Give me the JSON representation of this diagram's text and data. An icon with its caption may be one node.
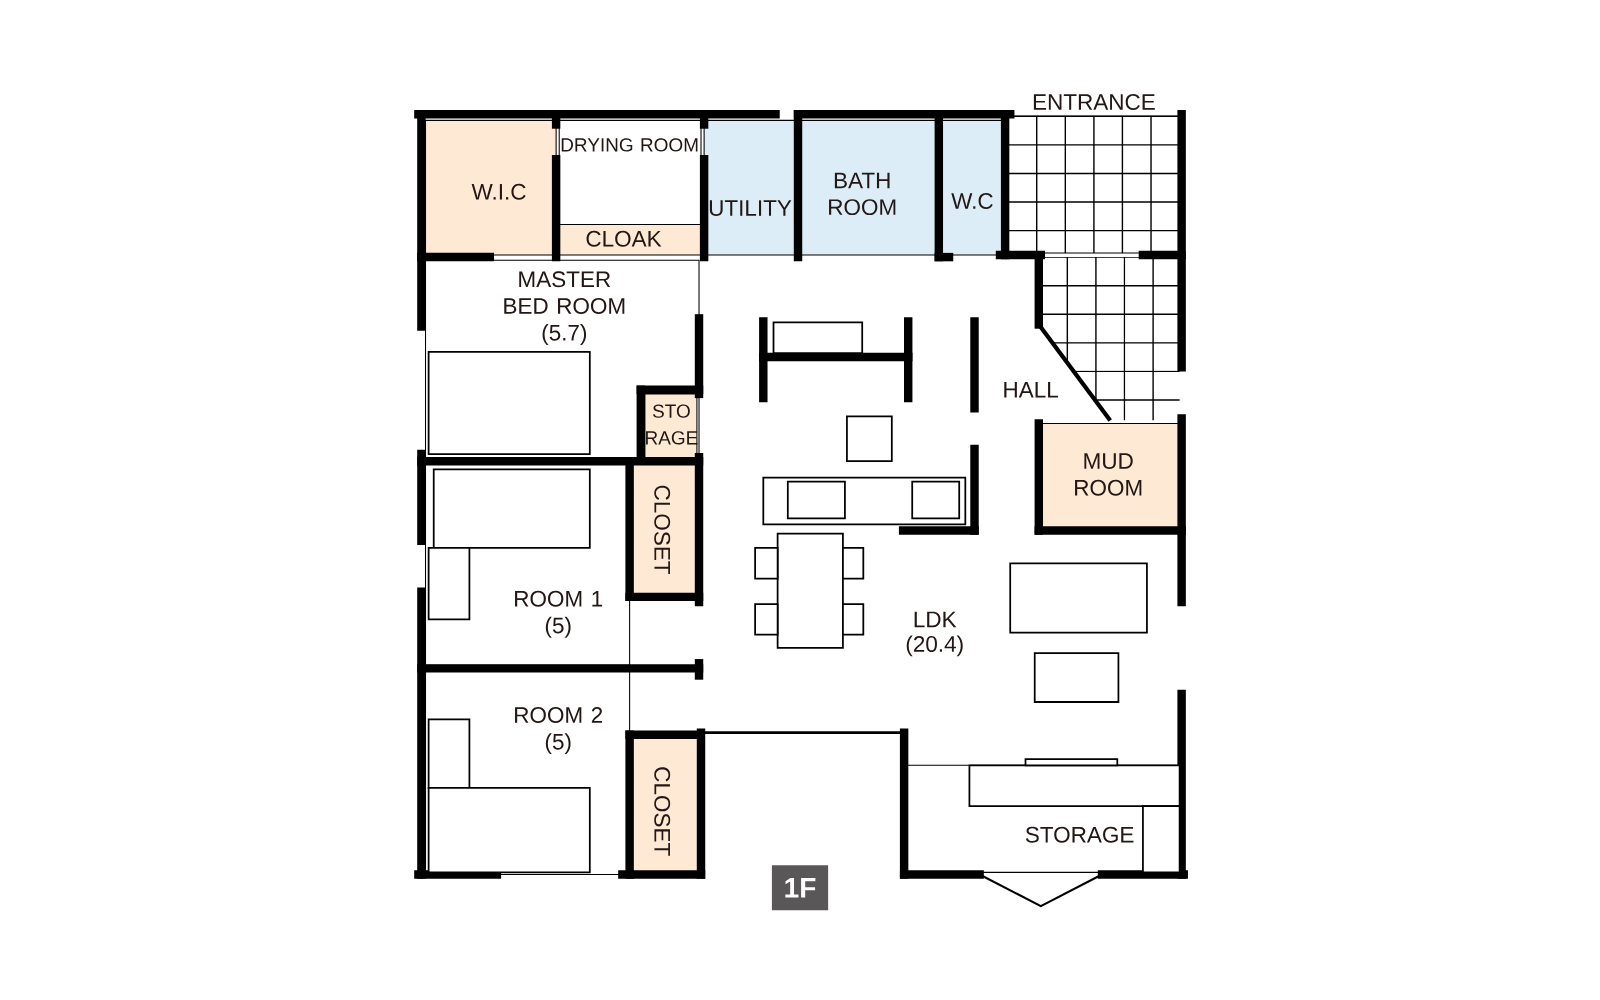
{
  "diagram": {
    "nodes": [
      {
        "text": [
          "W.I.C"
        ]
      },
      {
        "text": [
          "DRYING ROOM"
        ]
      },
      {
        "text": [
          "CLOAK"
        ]
      },
      {
        "text": [
          "UTILITY"
        ]
      },
      {
        "text": [
          "BATH ROOM"
        ]
      },
      {
        "text": [
          "W.C"
        ]
      },
      {
        "text": [
          "ENTRANCE"
        ]
      },
      {
        "text": [
          "MASTER BED ROOM",
          "(5.7)"
        ]
      },
      {
        "text": [
          "STO RAGE"
        ],
        "in": 7
      },
      {
        "text": [
          "MUD ROOM"
        ]
      },
      {
        "text": [
          "ROOM 1",
          "(5)"
        ]
      },
      {
        "text": [
          "CLOSET"
        ]
      },
      {
        "text": [
          "ROOM 2",
          "(5)"
        ]
      },
      {
        "text": [
          "CLOSET"
        ]
      },
      {
        "text": [
          "STORAGE"
        ]
      }
    ],
    "labels": [
      "HALL",
      "LDK",
      "(20.4)",
      "1F"
    ]
  }
}
